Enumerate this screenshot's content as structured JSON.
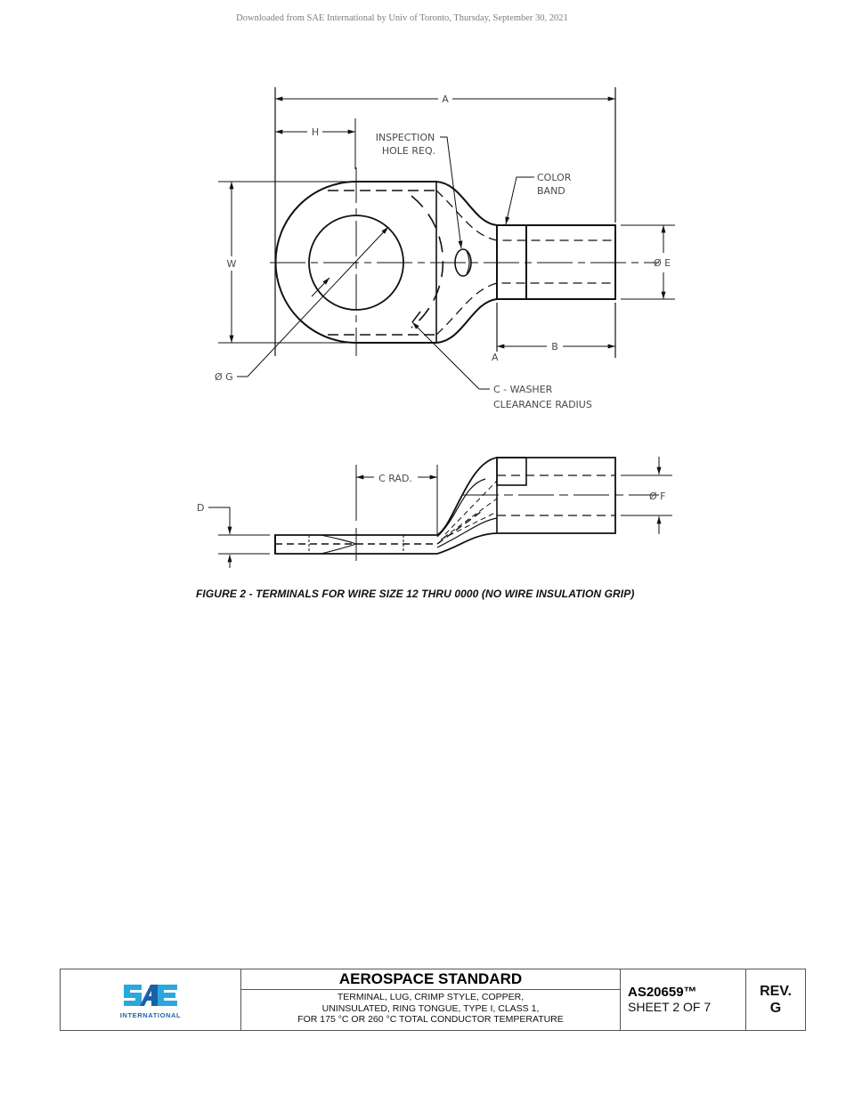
{
  "watermark": "Downloaded from SAE International by Univ of Toronto, Thursday, September 30, 2021",
  "figure": {
    "caption": "FIGURE 2 - TERMINALS FOR WIRE SIZE 12 THRU 0000 (NO WIRE INSULATION GRIP)",
    "top_view_labels": {
      "dim_a": "A",
      "dim_h": "H",
      "dim_w": "W",
      "dim_b": "B",
      "dim_e": "Ø E",
      "dim_g": "Ø G",
      "section_mark": "A",
      "inspection_line1": "INSPECTION",
      "inspection_line2": "HOLE REQ.",
      "color_band_line1": "COLOR",
      "color_band_line2": "BAND",
      "washer_line1": "C - WASHER",
      "washer_line2": "CLEARANCE RADIUS"
    },
    "side_view_labels": {
      "dim_c_rad": "C RAD.",
      "dim_d": "D",
      "dim_f": "Ø F"
    }
  },
  "title_block": {
    "logo_text": "SAE",
    "logo_subtext": "INTERNATIONAL",
    "logo_colors": {
      "light_blue": "#29a8e0",
      "dark_blue": "#1b5fa7"
    },
    "heading": "AEROSPACE STANDARD",
    "description_line1": "TERMINAL, LUG, CRIMP STYLE, COPPER,",
    "description_line2": "UNINSULATED, RING TONGUE, TYPE I, CLASS 1,",
    "description_line3": "FOR 175 °C OR 260 °C TOTAL CONDUCTOR TEMPERATURE",
    "document_number": "AS20659™",
    "sheet": "SHEET 2 OF 7",
    "rev_label": "REV.",
    "rev_value": "G"
  }
}
